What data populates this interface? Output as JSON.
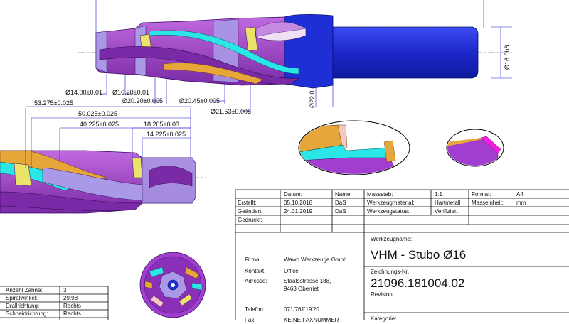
{
  "dimensions": {
    "d14": "Ø14.00±0.01",
    "d16_2": "Ø16.20±0.01",
    "d20_2": "Ø20.20±0.005",
    "d20_45": "Ø20.45±0.005",
    "d21_53": "Ø21.53±0.005",
    "d22": "Ø22.0",
    "d16h6": "Ø16.0h6",
    "l53": "53.275±0.025",
    "l50": "50.025±0.025",
    "l40": "40.225±0.025",
    "l18": "18.205±0.03",
    "l14": "14.225±0.025"
  },
  "header_row": {
    "datum": "Datum:",
    "name": "Name:",
    "massstab": "Massstab:",
    "massstab_val": "1:1",
    "format": "Format:",
    "format_val": "A4"
  },
  "rows": {
    "erstellt": "Erstellt:",
    "erstellt_date": "05.10.2018",
    "erstellt_name": "DaS",
    "geaendert": "Geändert:",
    "geaendert_date": "24.01.2019",
    "geaendert_name": "DaS",
    "gedruckt": "Gedruckt:",
    "material_label": "Werkzeugmaterial:",
    "material_val": "Hartmetall",
    "status_label": "Werkzeugstatus:",
    "status_val": "Verifiziert",
    "masseinheit": "Masseinheit:",
    "masseinheit_val": "mm"
  },
  "company": {
    "firma_label": "Firma:",
    "firma_val": "Wawo Werkzeuge Gmbh",
    "kontakt_label": "Kontakt:",
    "kontakt_val": "Office",
    "adresse_label": "Adresse:",
    "adresse_line1": "Staatsstrasse 188,",
    "adresse_line2": "9463 Oberriet",
    "telefon_label": "Telefon:",
    "telefon_val": "071/761'19'20",
    "fax_label": "Fax:",
    "fax_val": "KEINE FAXNUMMER"
  },
  "tool": {
    "name_label": "Werkzeugname:",
    "name_val": "VHM - Stubo Ø16",
    "nr_label": "Zeichnungs-Nr.:",
    "nr_val": "21096.181004.02",
    "revision_label": "Revision:",
    "kategorie_label": "Kategorie:"
  },
  "specs": [
    {
      "label": "Anzahl Zähne:",
      "value": "3"
    },
    {
      "label": "Spiralwinkel:",
      "value": "29.98"
    },
    {
      "label": "Drallrichtung:",
      "value": "Rechts"
    },
    {
      "label": "Schneidrichtung:",
      "value": "Rechts"
    }
  ],
  "colors": {
    "shank": "#1f2fd6",
    "flute": "#a23ecf",
    "lavender": "#a999e6",
    "orange": "#e7a63a",
    "cyan": "#2ae6e6",
    "yellow": "#ece46a",
    "magenta": "#f21ee0"
  }
}
